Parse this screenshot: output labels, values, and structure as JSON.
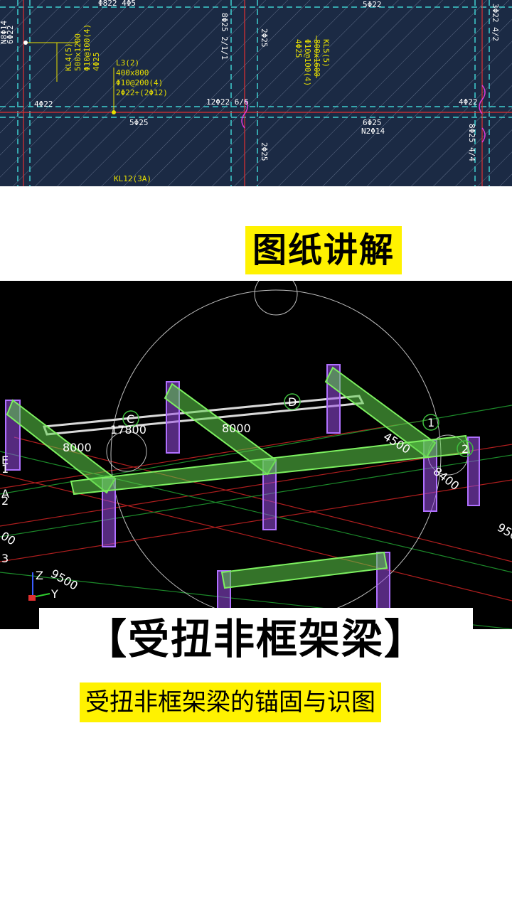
{
  "cad_drawing": {
    "labels": {
      "top_a": "Φ822 4Φ5",
      "top_b": "5Φ22",
      "top_c": "3Φ22 4/2",
      "left_a": "6Φ22",
      "left_b": "N8Φ14",
      "kl4_name": "KL4(5)",
      "kl4_size": "500x1200",
      "kl4_stir": "Φ10@100(4)",
      "kl4_bar": "4Φ25",
      "l3_name": "L3(2)",
      "l3_size": "400x800",
      "l3_stir": "Φ10@200(4)",
      "l3_bar": "2Φ22+(2Φ12)",
      "kl5_name": "KL5(5)",
      "kl5_size": "800x1600",
      "kl5_stir": "Φ10@100(4)",
      "kl5_bar": "4Φ25",
      "mid_a": "4Φ22",
      "mid_b": "5Φ25",
      "mid_c": "12Φ22 6/6",
      "mid_d": "2Φ25",
      "mid_e": "2Φ25",
      "right_a": "4Φ22",
      "right_b": "6Φ25",
      "right_c": "N2Φ14",
      "right_d": "8Φ25 4/4",
      "kl12": "KL12(3A)",
      "col_a": "8Φ25 2/1/1"
    }
  },
  "tag_title": "图纸讲解",
  "model_view": {
    "dim_17800": "17800",
    "dim_8000_a": "8000",
    "dim_8000_b": "8000",
    "dim_4500": "4500",
    "dim_8400": "8400",
    "dim_9500_a": "9500",
    "dim_9500_b": "950",
    "dim_900": "00",
    "axis_c": "C",
    "axis_d": "D",
    "axis_1": "1",
    "axis_2": "2",
    "axis_left_1": "1",
    "axis_left_2": "2",
    "axis_left_3": "3",
    "axis_a": "A",
    "axis_e": "E",
    "ucs_y": "Y",
    "ucs_z": "Z"
  },
  "headline": "【受扭非框架梁】",
  "subtitle": "受扭非框架梁的锚固与识图",
  "colors": {
    "beam_green": "#5fd24a",
    "column_purple": "#9b4de6",
    "highlight": "#fff200",
    "cad_bg": "#1b2a44"
  }
}
